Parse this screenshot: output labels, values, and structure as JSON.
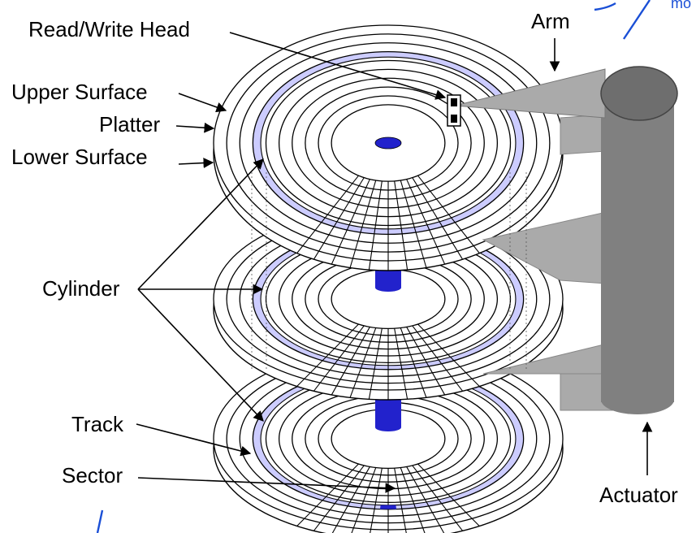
{
  "labels": {
    "read_write_head": "Read/Write Head",
    "arm": "Arm",
    "upper_surface": "Upper Surface",
    "platter": "Platter",
    "lower_surface": "Lower Surface",
    "cylinder": "Cylinder",
    "track": "Track",
    "sector": "Sector",
    "actuator": "Actuator",
    "corner_fragment": "mo"
  },
  "colors": {
    "cylinder_band": "#ccccff",
    "spindle": "#2222cc",
    "arm": "#aaaaaa",
    "actuator": "#808080",
    "sector": "#2222cc",
    "pen_annotation": "#1a4fd6"
  }
}
